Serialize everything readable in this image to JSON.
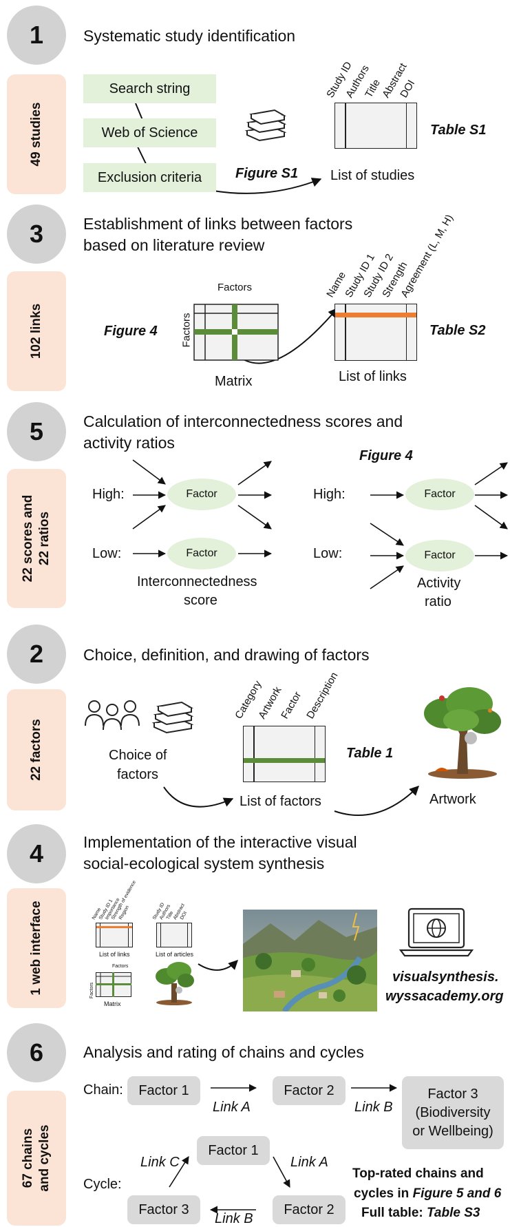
{
  "colors": {
    "circle": "#d2d2d2",
    "sidebox": "#fbe3d6",
    "green_box": "#e3f0da",
    "green_line": "#5b8c3a",
    "orange_line": "#ed7d31",
    "factor_box": "#d9d9d9"
  },
  "icons": [
    "books-icon",
    "people-icon",
    "laptop-globe-icon",
    "tree-artwork-icon",
    "landscape-image"
  ],
  "s1": {
    "number": "1",
    "side": "49 studies",
    "heading": "Systematic study identification",
    "search": "Search string",
    "wos": "Web of Science",
    "exclusion": "Exclusion criteria",
    "figure": "Figure S1",
    "table_cols": [
      "Study ID",
      "Authors",
      "Title",
      "Abstract",
      "DOI"
    ],
    "table_caption": "List of studies",
    "table_ref": "Table S1"
  },
  "s3": {
    "number": "3",
    "side": "102 links",
    "heading1": "Establishment of links between factors",
    "heading2": "based on literature review",
    "factors_top": "Factors",
    "factors_side": "Factors",
    "figure": "Figure 4",
    "matrix": "Matrix",
    "table_cols": [
      "Name",
      "Study ID 1",
      "Study ID 2",
      "Strength",
      "Agreement (L, M, H)"
    ],
    "table_caption": "List of links",
    "table_ref": "Table S2"
  },
  "s5": {
    "number": "5",
    "side1": "22 scores and",
    "side2": "22 ratios",
    "heading1": "Calculation of interconnectedness scores and",
    "heading2": "activity ratios",
    "figure": "Figure 4",
    "high": "High:",
    "low": "Low:",
    "factor": "Factor",
    "score1": "Interconnectedness",
    "score2": "score",
    "ratio1": "Activity",
    "ratio2": "ratio"
  },
  "s2": {
    "number": "2",
    "side": "22 factors",
    "heading": "Choice, definition, and drawing of factors",
    "choice1": "Choice of",
    "choice2": "factors",
    "table_cols": [
      "Category",
      "Artwork",
      "Factor",
      "Description"
    ],
    "table_caption": "List of factors",
    "table_ref": "Table 1",
    "artwork": "Artwork"
  },
  "s4": {
    "number": "4",
    "side": "1 web interface",
    "heading1": "Implementation of the interactive visual",
    "heading2": "social-ecological system synthesis",
    "mini_link_cols": [
      "Name",
      "Study ID 1",
      "Importance",
      "Strength of evidence",
      "Region"
    ],
    "mini_links": "List of links",
    "mini_article_cols": [
      "Study ID",
      "Authors",
      "Title",
      "Abstract",
      "DOI"
    ],
    "mini_articles": "List of articles",
    "mini_factors": "Factors",
    "mini_matrix": "Matrix",
    "url1": "visualsynthesis.",
    "url2": "wyssacademy.org"
  },
  "s6": {
    "number": "6",
    "side1": "67 chains",
    "side2": "and cycles",
    "heading": "Analysis and rating of chains and cycles",
    "chain": "Chain:",
    "cycle": "Cycle:",
    "factor1": "Factor 1",
    "factor2": "Factor 2",
    "factor3": "Factor 3",
    "factor3_sub1": "(Biodiversity",
    "factor3_sub2": "or Wellbeing)",
    "link_a": "Link A",
    "link_b": "Link B",
    "link_c": "Link C",
    "note1": "Top-rated chains and",
    "note2_plain": "cycles in ",
    "note2_em": "Figure 5 and 6",
    "note3_plain": "Full table: ",
    "note3_em": "Table S3"
  }
}
